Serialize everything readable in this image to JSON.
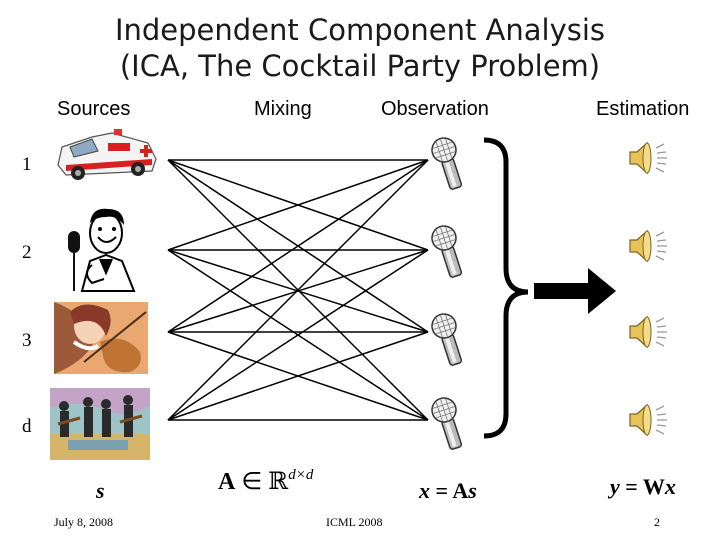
{
  "slide": {
    "title_line1": "Independent Component Analysis",
    "title_line2": "(ICA, The Cocktail Party Problem)"
  },
  "columns": {
    "sources": "Sources",
    "mixing": "Mixing",
    "observation": "Observation",
    "estimation": "Estimation"
  },
  "rows": [
    "1",
    "2",
    "3",
    "d"
  ],
  "equations": {
    "s": "s",
    "A_symbol": "A",
    "A_in": "∈",
    "A_field": "ℝ",
    "A_dims": "d×d",
    "x_lhs": "x",
    "x_eq": " = ",
    "x_mat": "A",
    "x_rhs": "s",
    "y_lhs": "y",
    "y_eq": " = ",
    "y_mat": "W",
    "y_rhs": "x"
  },
  "footer": {
    "date": "July 8, 2008",
    "venue": "ICML 2008",
    "page": "2"
  },
  "icons": {
    "source_1": "ambulance-image",
    "source_2": "singer-image",
    "source_3": "violinist-image",
    "source_4": "band-image",
    "observation": "microphone-icon",
    "estimation": "speaker-icon"
  }
}
